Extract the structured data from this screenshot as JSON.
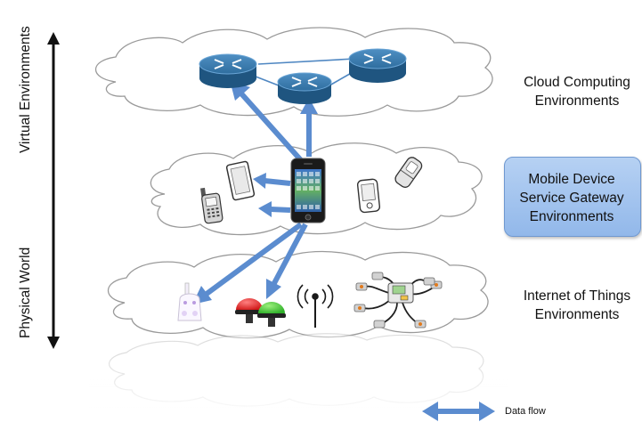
{
  "layers": {
    "cloud": "Cloud Computing\nEnvironments",
    "mobile": "Mobile Device\nService Gateway\nEnvironments",
    "iot": "Internet of Things\nEnvironments"
  },
  "axis": {
    "virtual": "Virtual Environments",
    "physical": "Physical World"
  },
  "legend": {
    "data_flow": "Data flow"
  },
  "colors": {
    "arrow": "#5b8ccf",
    "router": "#2a6a9c",
    "mobile_box": "#a4c4ee",
    "cloud_stroke": "#9a9a9a"
  }
}
